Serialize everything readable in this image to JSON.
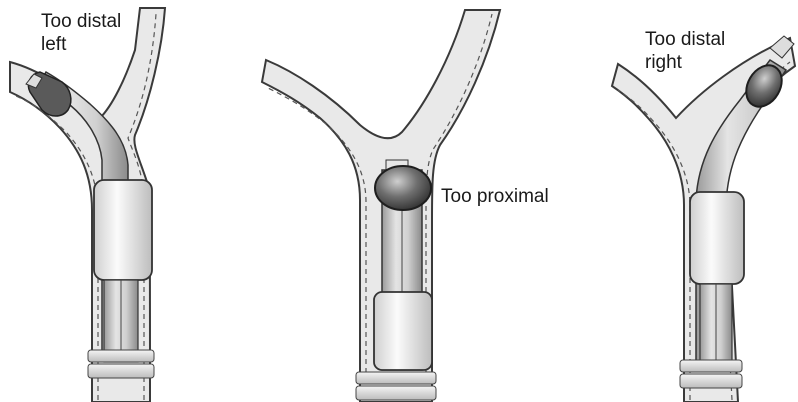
{
  "labels": {
    "left": {
      "line1": "Too distal",
      "line2": "left"
    },
    "center": {
      "line1": "Too proximal"
    },
    "right": {
      "line1": "Too distal",
      "line2": "right"
    }
  },
  "colors": {
    "airway_fill": "#e9e9e9",
    "airway_outline": "#3a3a3a",
    "tube_fill": "#d2d2d2",
    "cuff_fill": "#f2f2f2",
    "bronchial_cuff_fill": "#6b6b6b"
  }
}
